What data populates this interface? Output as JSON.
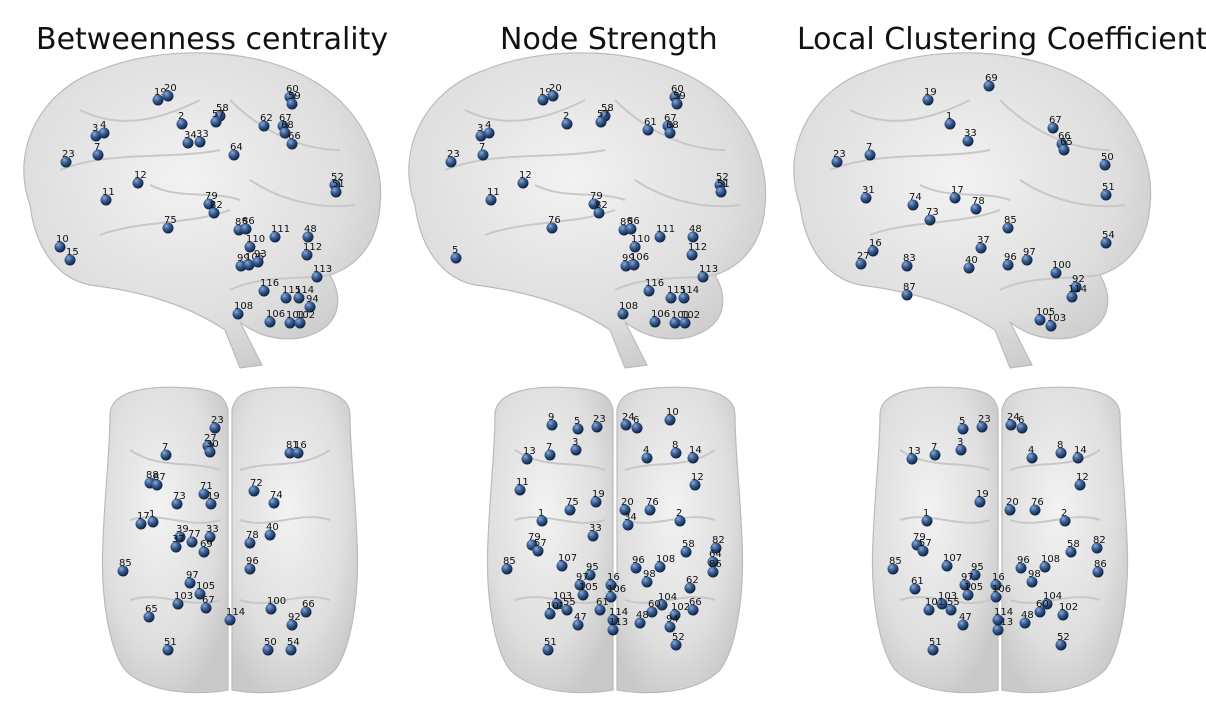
{
  "titles": [
    "Betweenness centrality",
    "Node Strength",
    "Local Clustering Coefficient"
  ],
  "panels": {
    "bc_side": [
      "19",
      "20",
      "2",
      "58",
      "57",
      "60",
      "59",
      "3",
      "4",
      "33",
      "34",
      "62",
      "67",
      "68",
      "66",
      "64",
      "23",
      "7",
      "12",
      "11",
      "52",
      "51",
      "79",
      "82",
      "75",
      "85",
      "86",
      "48",
      "111",
      "110",
      "10",
      "15",
      "99",
      "106",
      "112",
      "93",
      "113",
      "116",
      "115",
      "114",
      "94",
      "108",
      "106",
      "101",
      "102"
    ],
    "ns_side": [
      "19",
      "20",
      "2",
      "58",
      "57",
      "60",
      "59",
      "3",
      "4",
      "61",
      "67",
      "68",
      "23",
      "7",
      "12",
      "11",
      "52",
      "51",
      "79",
      "82",
      "76",
      "85",
      "86",
      "48",
      "111",
      "110",
      "5",
      "99",
      "106",
      "112",
      "113",
      "116",
      "115",
      "114",
      "108",
      "106",
      "101",
      "102"
    ],
    "lcc_side": [
      "69",
      "19",
      "1",
      "67",
      "33",
      "66",
      "65",
      "23",
      "7",
      "50",
      "31",
      "17",
      "74",
      "78",
      "73",
      "51",
      "85",
      "37",
      "54",
      "16",
      "27",
      "83",
      "40",
      "96",
      "97",
      "100",
      "92",
      "87",
      "114",
      "105",
      "103"
    ],
    "bc_top": [
      "23",
      "27",
      "30",
      "7",
      "81",
      "16",
      "88",
      "87",
      "71",
      "72",
      "73",
      "19",
      "74",
      "17",
      "1",
      "39",
      "33",
      "40",
      "37",
      "77",
      "69",
      "78",
      "85",
      "96",
      "97",
      "105",
      "103",
      "67",
      "65",
      "114",
      "100",
      "66",
      "92",
      "51",
      "50",
      "54"
    ],
    "ns_top": [
      "9",
      "5",
      "23",
      "24",
      "6",
      "10",
      "13",
      "7",
      "3",
      "4",
      "8",
      "14",
      "11",
      "12",
      "75",
      "19",
      "20",
      "76",
      "1",
      "34",
      "2",
      "33",
      "79",
      "57",
      "58",
      "82",
      "107",
      "85",
      "95",
      "96",
      "108",
      "64",
      "97",
      "16",
      "98",
      "86",
      "105",
      "106",
      "62",
      "103",
      "61",
      "104",
      "101",
      "55",
      "60",
      "102",
      "66",
      "47",
      "48",
      "94",
      "114",
      "113",
      "51",
      "52"
    ],
    "lcc_top": [
      "5",
      "23",
      "24",
      "6",
      "13",
      "7",
      "3",
      "4",
      "8",
      "14",
      "12",
      "19",
      "20",
      "76",
      "1",
      "2",
      "79",
      "57",
      "58",
      "82",
      "85",
      "107",
      "95",
      "96",
      "108",
      "86",
      "97",
      "16",
      "98",
      "61",
      "105",
      "106",
      "103",
      "101",
      "55",
      "104",
      "60",
      "102",
      "47",
      "48",
      "113",
      "114",
      "51",
      "52"
    ]
  }
}
